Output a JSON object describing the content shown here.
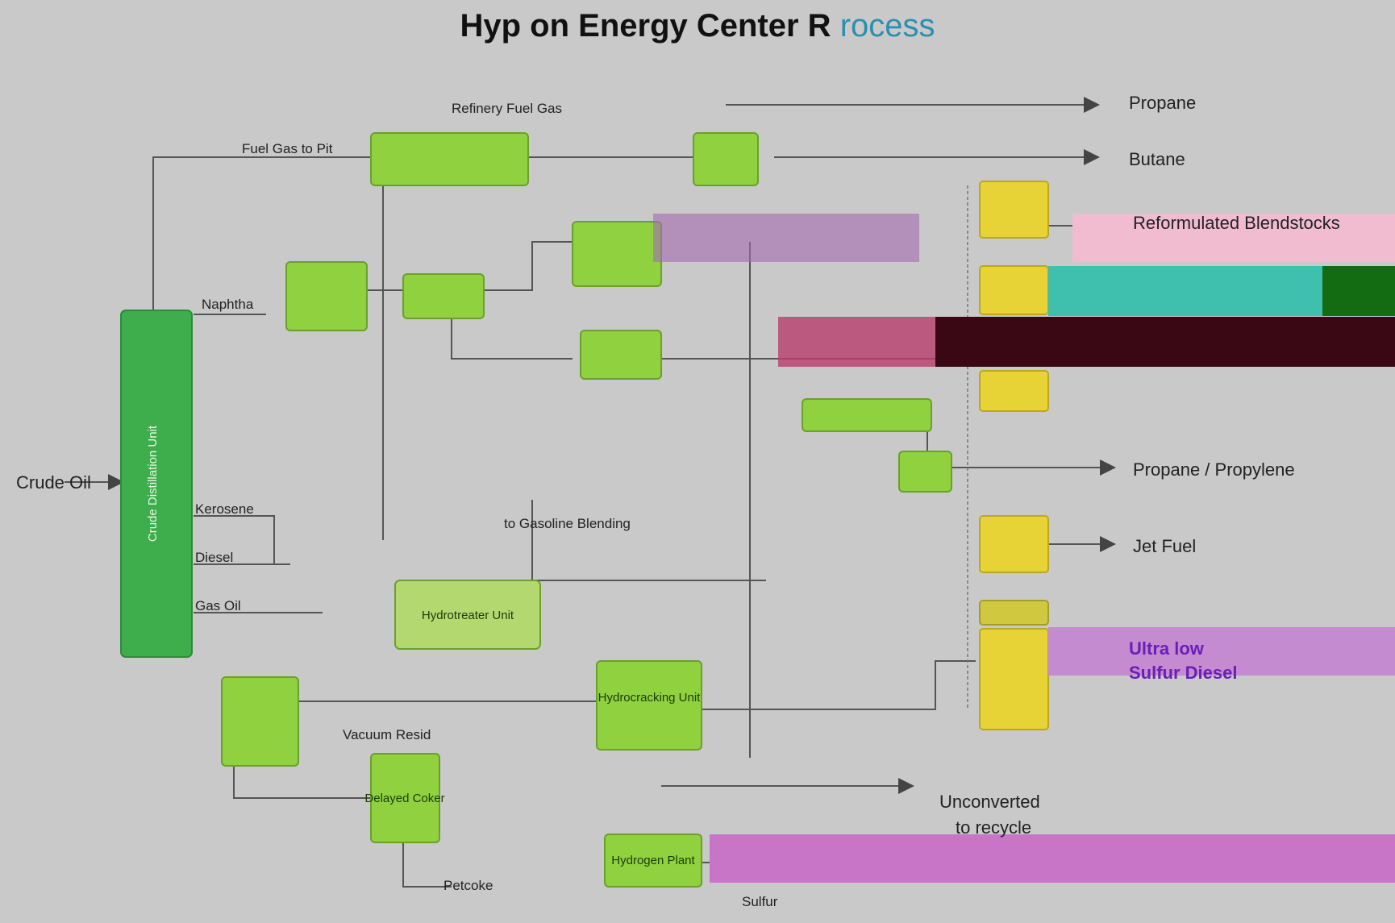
{
  "title": {
    "main": "Hyp   on Energy Center R",
    "accent": "rocess"
  },
  "inputs": {
    "crude_oil": "Crude Oil"
  },
  "units": {
    "cdu": "Crude Distillation Unit",
    "hydrotreater": "Hydrotreater Unit",
    "hydrocracking": "Hydrocracking Unit",
    "delayed_coker": "Delayed Coker",
    "hydrogen_plant": "Hydrogen Plant"
  },
  "streams": {
    "fuel_gas": "Fuel Gas to Pit",
    "refinery_fuel_gas": "Refinery Fuel Gas",
    "naphtha": "Naphtha",
    "kerosene": "Kerosene",
    "diesel": "Diesel",
    "gas_oil": "Gas Oil",
    "vacuum_resid": "Vacuum Resid",
    "to_gasoline_blending": "to Gasoline Blending",
    "petcoke": "Petcoke",
    "sulfur": "Sulfur",
    "unconverted_1": "Unconverted",
    "unconverted_2": "to recycle"
  },
  "products": {
    "propane": "Propane",
    "butane": "Butane",
    "reformulated": "Reformulated Blendstocks",
    "propane_propylene": "Propane / Propylene",
    "jet_fuel": "Jet Fuel",
    "ulsd_1": "Ultra low",
    "ulsd_2": "Sulfur Diesel"
  },
  "colors": {
    "background": "#c9c9c9",
    "unit_fill": "#8fd13f",
    "cdu_fill": "#3dae4b",
    "blend_fill": "#e7d335",
    "highlight_text": "#6a1fb5",
    "title_accent": "#2c8fb0"
  }
}
